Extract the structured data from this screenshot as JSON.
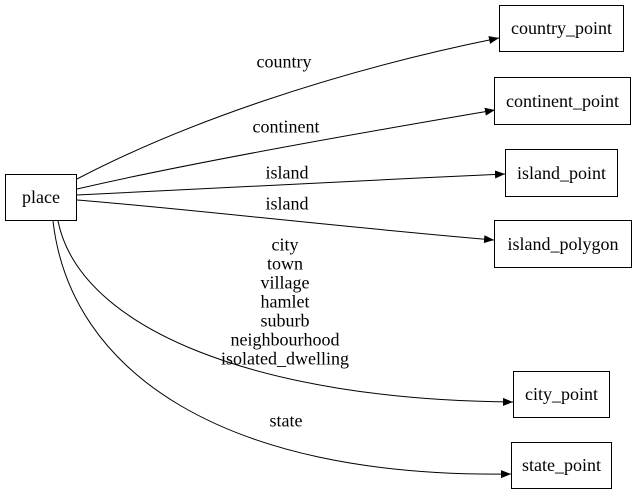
{
  "diagram": {
    "type": "directed-graph",
    "colors": {
      "background": "#ffffff",
      "node_border": "#000000",
      "node_fill": "#ffffff",
      "edge": "#000000",
      "text": "#000000"
    },
    "nodes": [
      {
        "id": "place",
        "label": "place"
      },
      {
        "id": "country_point",
        "label": "country_point"
      },
      {
        "id": "continent_point",
        "label": "continent_point"
      },
      {
        "id": "island_point",
        "label": "island_point"
      },
      {
        "id": "island_polygon",
        "label": "island_polygon"
      },
      {
        "id": "city_point",
        "label": "city_point"
      },
      {
        "id": "state_point",
        "label": "state_point"
      }
    ],
    "edges": [
      {
        "from": "place",
        "to": "country_point",
        "label": "country"
      },
      {
        "from": "place",
        "to": "continent_point",
        "label": "continent"
      },
      {
        "from": "place",
        "to": "island_point",
        "label": "island"
      },
      {
        "from": "place",
        "to": "island_polygon",
        "label": "island"
      },
      {
        "from": "place",
        "to": "city_point",
        "label": "city\ntown\nvillage\nhamlet\nsuburb\nneighbourhood\nisolated_dwelling"
      },
      {
        "from": "place",
        "to": "state_point",
        "label": "state"
      }
    ]
  }
}
